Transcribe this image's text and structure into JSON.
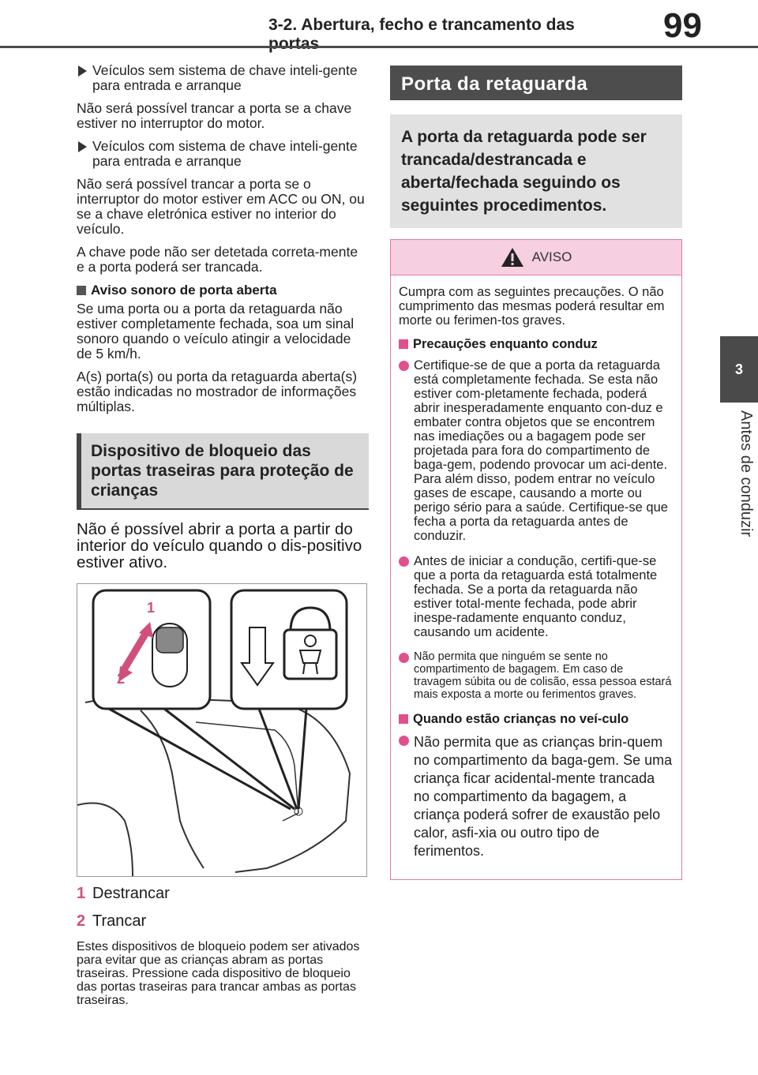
{
  "header": {
    "title": "3-2. Abertura, fecho e trancamento das portas",
    "page_number": "99",
    "chapter_number": "3",
    "chapter_label": "Antes de conduzir"
  },
  "left": {
    "bullet1": "Veículos sem sistema de chave inteli-gente para entrada e arranque",
    "para1": "Não será possível trancar a porta se a chave estiver no interruptor do motor.",
    "bullet2": "Veículos com sistema de chave inteli-gente para entrada e arranque",
    "para2": "Não será possível trancar a porta se o interruptor do motor estiver em ACC ou ON, ou se a chave eletrónica estiver no interior do veículo.",
    "para3": "A chave pode não ser detetada correta-mente e a porta poderá ser trancada.",
    "subhead": "Aviso sonoro de porta aberta",
    "para4": "Se uma porta ou a porta da retaguarda não estiver completamente fechada, soa um sinal sonoro quando o veículo atingir a velocidade de 5 km/h.",
    "para5": "A(s) porta(s) ou porta da retaguarda aberta(s) estão indicadas no mostrador de informações múltiplas.",
    "section_title": "Dispositivo de bloqueio das portas traseiras para proteção de crianças",
    "intro": "Não é possível abrir a porta a partir do interior do veículo quando o dis-positivo estiver ativo.",
    "figure_labels": [
      "1",
      "2"
    ],
    "legend": [
      {
        "num": "1",
        "text": "Destrancar"
      },
      {
        "num": "2",
        "text": "Trancar"
      }
    ],
    "closing": "Estes dispositivos de bloqueio podem ser ativados para evitar que as crianças abram as portas traseiras. Pressione cada dispositivo de bloqueio das portas traseiras para trancar ambas as portas traseiras."
  },
  "right": {
    "title": "Porta da retaguarda",
    "intro": "A porta da retaguarda pode ser trancada/destrancada e aberta/fechada seguindo os seguintes procedimentos.",
    "warning": {
      "label": "AVISO",
      "lead": "Cumpra com as seguintes precauções. O não cumprimento das mesmas poderá resultar em morte ou ferimen-tos graves.",
      "subhead1": "Precauções enquanto conduz",
      "b1": "Certifique-se de que a porta da retaguarda está completamente fechada. Se esta não estiver com-pletamente fechada, poderá abrir inesperadamente enquanto con-duz e embater contra objetos que se encontrem nas imediações ou a bagagem pode ser projetada para fora do compartimento de baga-gem, podendo provocar um aci-dente. Para além disso, podem entrar no veículo gases de escape, causando a morte ou perigo sério para a saúde. Certifique-se que fecha a porta da retaguarda antes de conduzir.",
      "b2": "Antes de iniciar a condução, certifi-que-se que a porta da retaguarda está totalmente fechada. Se a porta da retaguarda não estiver total-mente fechada, pode abrir inespe-radamente enquanto conduz, causando um acidente.",
      "b3": "Não permita que ninguém se sente no compartimento de bagagem. Em caso de travagem súbita ou de colisão, essa pessoa estará mais exposta a morte ou ferimentos graves.",
      "subhead2": "Quando estão crianças no veí-culo",
      "b4": "Não permita que as crianças brin-quem no compartimento da baga-gem. Se uma criança ficar acidental-mente trancada no compartimento da bagagem, a criança poderá sofrer de exaustão pelo calor, asfi-xia ou outro tipo de ferimentos."
    }
  },
  "colors": {
    "accent_pink": "#e0508e",
    "warn_bg": "#f6cfe1",
    "dark_gray": "#4d4d4d"
  }
}
